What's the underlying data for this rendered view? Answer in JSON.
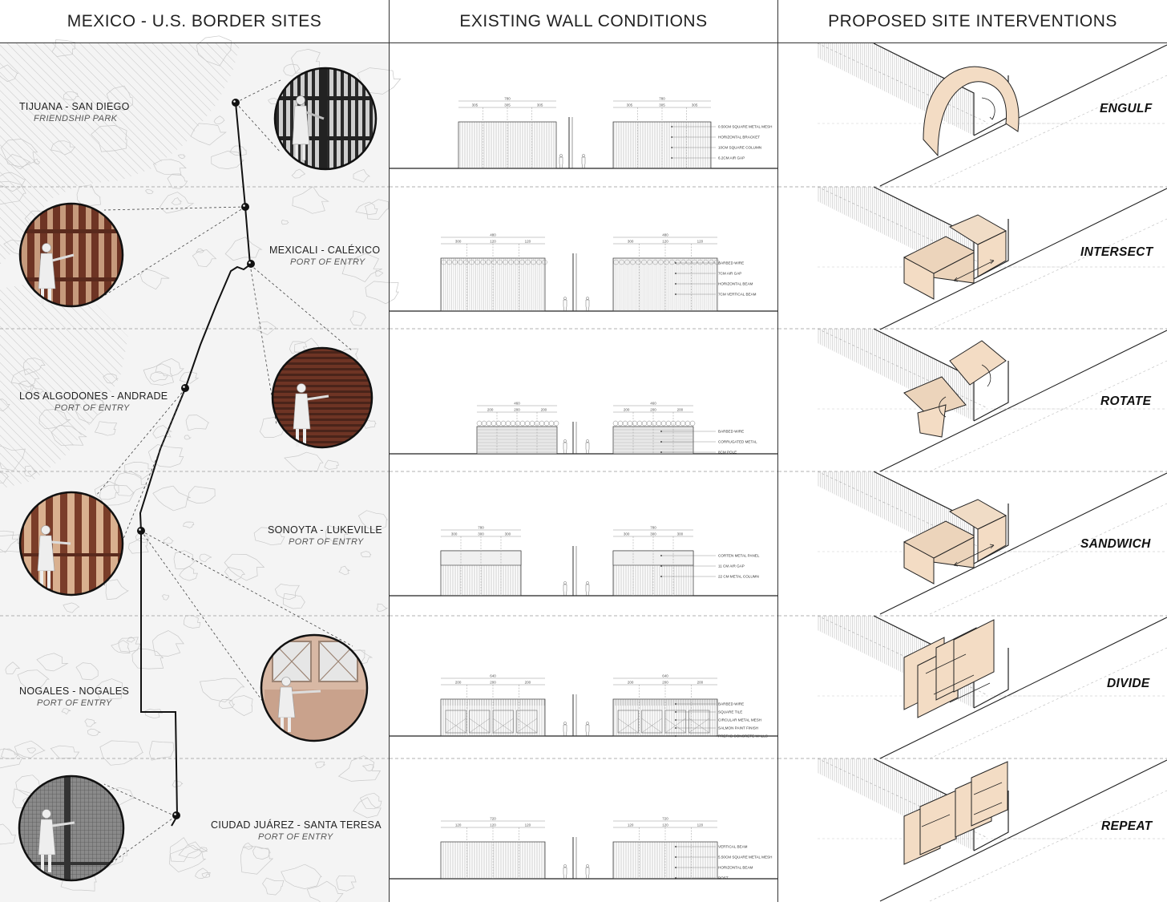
{
  "headers": {
    "col1": "MEXICO - U.S. BORDER SITES",
    "col2": "EXISTING WALL CONDITIONS",
    "col3": "PROPOSED SITE INTERVENTIONS"
  },
  "sites": [
    {
      "name": "TIJUANA - SAN DIEGO",
      "sub": "FRIENDSHIP PARK"
    },
    {
      "name": "MEXICALI - CALÉXICO",
      "sub": "PORT OF ENTRY"
    },
    {
      "name": "LOS ALGODONES - ANDRADE",
      "sub": "PORT OF ENTRY"
    },
    {
      "name": "SONOYTA - LUKEVILLE",
      "sub": "PORT OF ENTRY"
    },
    {
      "name": "NOGALES - NOGALES",
      "sub": "PORT OF ENTRY"
    },
    {
      "name": "CIUDAD JUÁREZ - SANTA TERESA",
      "sub": "PORT OF ENTRY"
    }
  ],
  "interventions": [
    "ENGULF",
    "INTERSECT",
    "ROTATE",
    "SANDWICH",
    "DIVIDE",
    "REPEAT"
  ],
  "walls": [
    {
      "dims": [
        "780",
        "305",
        "305",
        "305"
      ],
      "notes": [
        "0.50CM SQUARE METAL MESH",
        "HORIZONTAL BRACKET",
        "10CM SQUARE COLUMN",
        "6.2CM AIR GAP"
      ]
    },
    {
      "dims": [
        "480",
        "300",
        "120",
        "120"
      ],
      "notes": [
        "BARBED WIRE",
        "7CM AIR GAP",
        "HORIZONTAL BEAM",
        "7CM VERTICAL BEAM"
      ]
    },
    {
      "dims": [
        "460",
        "200",
        "200",
        "200"
      ],
      "notes": [
        "BARBED WIRE",
        "CORRUGATED METAL",
        "8CM POLE"
      ]
    },
    {
      "dims": [
        "780",
        "300",
        "300",
        "300"
      ],
      "notes": [
        "CORTEN METAL PANEL",
        "11 CM AIR GAP",
        "22 CM METAL COLUMN"
      ]
    },
    {
      "dims": [
        "640",
        "200",
        "200",
        "200"
      ],
      "notes": [
        "BARBED WIRE",
        "SQUARE TILE",
        "CIRCULAR METAL MESH",
        "SALMON PAINT FINISH",
        "PREFAB CONCRETE WALLS"
      ]
    },
    {
      "dims": [
        "720",
        "120",
        "120",
        "120"
      ],
      "notes": [
        "VERTICAL BEAM",
        "5.50CM SQUARE METAL MESH",
        "HORIZONTAL BEAM",
        "POST"
      ]
    }
  ],
  "colors": {
    "line": "#222222",
    "panel_fill": "#f3dcc4",
    "rust": "#6e3424",
    "map_bg": "#f4f4f4"
  },
  "icons": [
    "map-pin-icon",
    "person-figure-icon",
    "rotation-arrow-icon"
  ]
}
